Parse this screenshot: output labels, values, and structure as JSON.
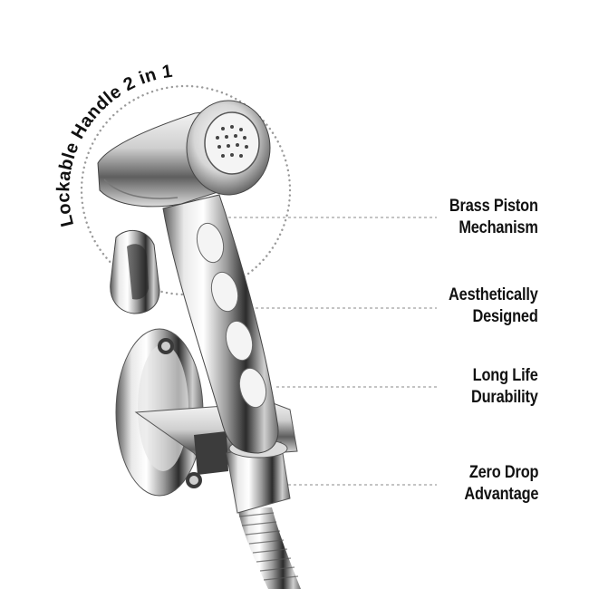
{
  "arc_label": "Lockable Handle 2 in 1",
  "features": [
    {
      "line1": "Brass Piston",
      "line2": "Mechanism"
    },
    {
      "line1": "Aesthetically",
      "line2": "Designed"
    },
    {
      "line1": "Long Life",
      "line2": "Durability"
    },
    {
      "line1": "Zero Drop",
      "line2": "Advantage"
    }
  ],
  "colors": {
    "background": "#ffffff",
    "text": "#111111",
    "leader_line": "#9a9a9a",
    "chrome_dark": "#3a3a3a",
    "chrome_light": "#f2f2f2"
  }
}
